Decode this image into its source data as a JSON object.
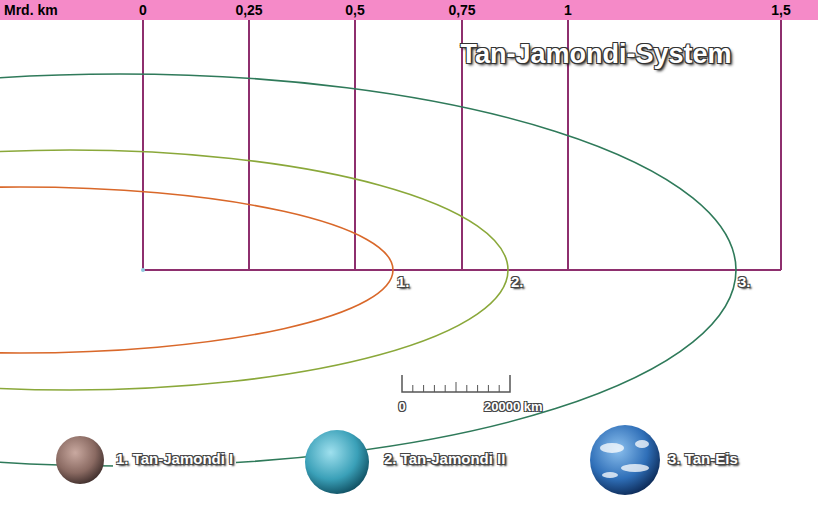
{
  "diagram": {
    "title": "Tan-Jamondi-System",
    "labels": [
      "Mrd. km",
      "0",
      "0,25",
      "0,5",
      "0,75",
      "1",
      "1,5",
      "1.",
      "2.",
      "3.",
      "0",
      "20000 km",
      "1. Tan-Jamondi I",
      "2. Tan-Jamondi II",
      "3. Tan-Eis"
    ]
  }
}
